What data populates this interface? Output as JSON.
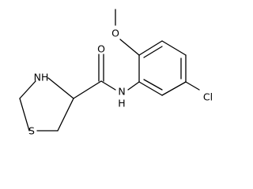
{
  "molecule": {
    "atoms": {
      "o_carbonyl": "O",
      "nh_ring": "NH",
      "nh_amide": "N",
      "h_amide": "H",
      "s_ring": "S",
      "o_methoxy": "O",
      "cl": "Cl"
    }
  }
}
